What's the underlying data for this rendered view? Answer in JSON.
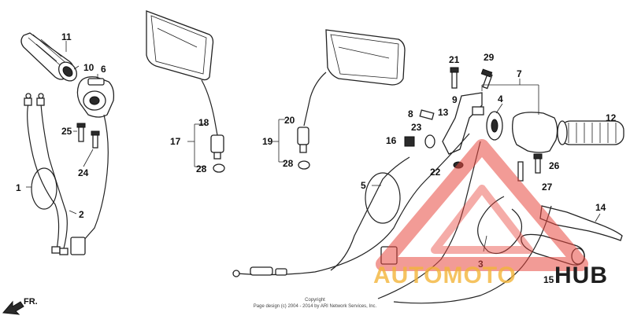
{
  "diagram": {
    "callouts": [
      "1",
      "2",
      "3",
      "4",
      "5",
      "6",
      "7",
      "8",
      "9",
      "10",
      "11",
      "12",
      "13",
      "14",
      "15",
      "16",
      "17",
      "18",
      "19",
      "20",
      "21",
      "22",
      "23",
      "24",
      "25",
      "26",
      "27",
      "28",
      "28",
      "29"
    ],
    "copyright": {
      "line1": "Copyright",
      "line2": "Page design (c) 2004 - 2014 by ARI Network Services, Inc."
    },
    "direction_arrow": "FR.",
    "watermark": {
      "part1": "AUTOMOTO",
      "part2": "HUB",
      "color_primary": "#e8483f",
      "color_secondary": "#f3b53a",
      "color_dark": "#1e1e1e"
    }
  }
}
